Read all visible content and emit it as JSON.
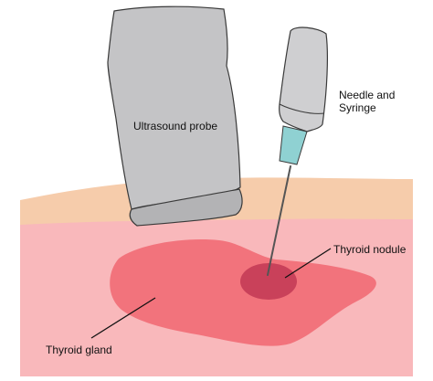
{
  "labels": {
    "probe": "Ultrasound probe",
    "needle": "Needle and Syringe",
    "nodule": "Thyroid nodule",
    "gland": "Thyroid gland"
  },
  "colors": {
    "skin_layer": "#f6ccab",
    "tissue": "#f9b8bb",
    "gland": "#f2737c",
    "nodule": "#c9415a",
    "probe_body": "#c4c4c6",
    "probe_tip": "#b3b3b5",
    "syringe_barrel": "#cfcfd1",
    "syringe_hub": "#8fd1d2",
    "needle": "#555555",
    "leader_line": "#111111"
  },
  "icons": {
    "probe": "ultrasound-probe-icon",
    "syringe": "syringe-icon"
  }
}
